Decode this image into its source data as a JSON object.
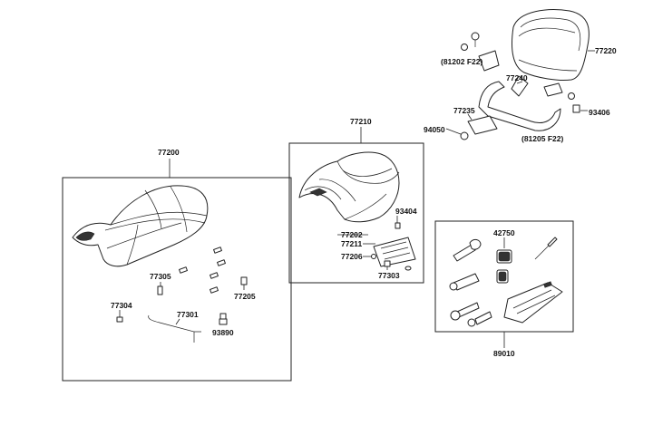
{
  "labels": {
    "p77200": "77200",
    "p77210": "77210",
    "p77220": "77220",
    "p77240": "77240",
    "p77235": "77235",
    "p94050": "94050",
    "p93406": "93406",
    "p81202": "(81202 F22)",
    "p81205": "(81205  F22)",
    "p93404": "93404",
    "p77202": "77202",
    "p77211": "77211",
    "p77206": "77206",
    "p77303": "77303",
    "p42750": "42750",
    "p89010": "89010",
    "p77305": "77305",
    "p77205": "77205",
    "p77304": "77304",
    "p77301": "77301",
    "p93890": "93890"
  }
}
